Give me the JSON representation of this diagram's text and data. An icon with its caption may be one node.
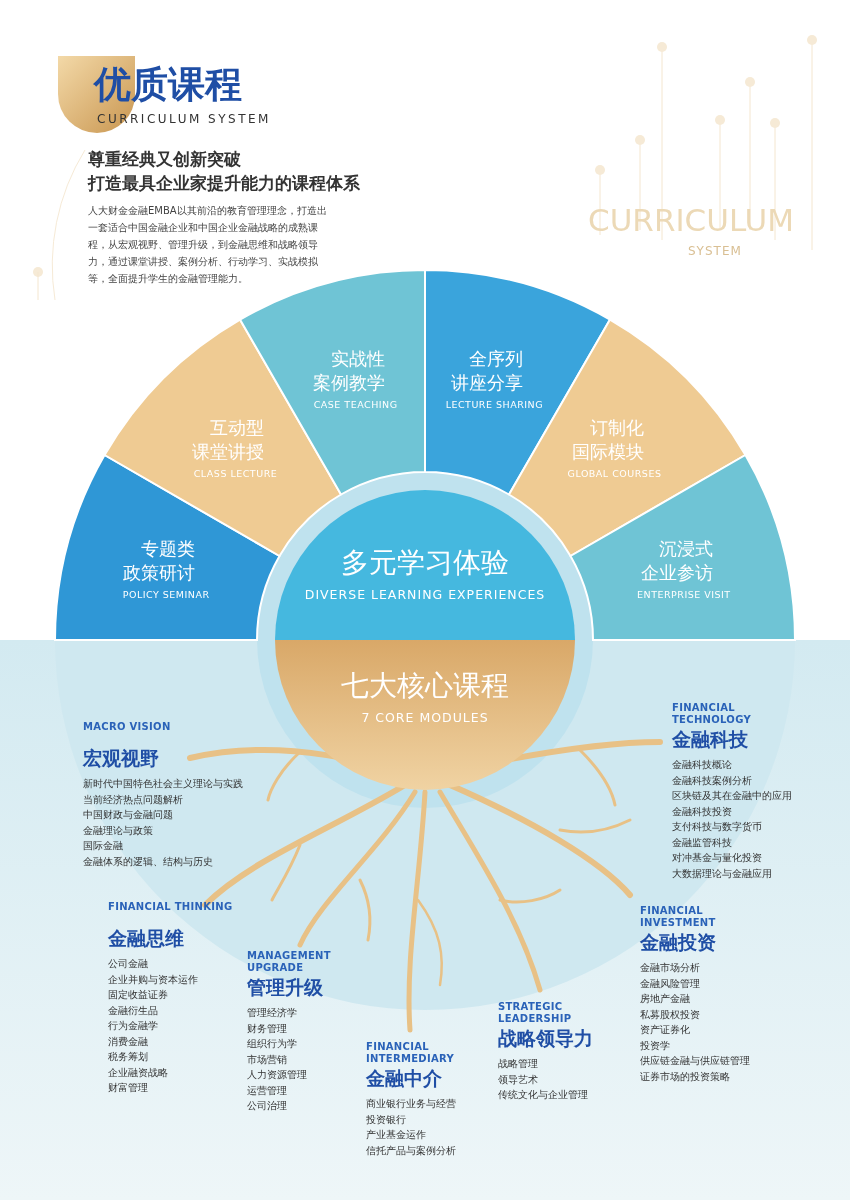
{
  "diagram": {
    "title": "优质课程",
    "nodes": [
      {
        "text": [
          "专题类政策研讨",
          "POLICY SEMINAR"
        ]
      },
      {
        "text": [
          "互动型课堂讲授",
          "CLASS LECTURE"
        ]
      },
      {
        "text": [
          "实战性案例教学",
          "CASE TEACHING"
        ]
      },
      {
        "text": [
          "全序列讲座分享",
          "LECTURE SHARING"
        ]
      },
      {
        "text": [
          "订制化国际模块",
          "GLOBAL COURSES"
        ]
      },
      {
        "text": [
          "沉浸式企业参访",
          "ENTERPRISE VISIT"
        ]
      },
      {
        "text": [
          "多元学习体验",
          "DIVERSE LEARNING EXPERIENCES"
        ]
      },
      {
        "text": [
          "七大核心课程",
          "7 CORE MODULES"
        ]
      }
    ],
    "labels": [
      "CURRICULUM SYSTEM",
      "尊重经典又创新突破",
      "打造最具企业家提升能力的课程体系",
      "人大财金金融EMBA以其前沿的教育管理理念，打造出一套适合中国金融企业和中国企业金融战略的成熟课程，从宏观视野、管理升级，到金融思维和战略领导力，通过课堂讲授、案例分析、行动学习、实战模拟等，全面提升学生的金融管理能力。",
      "CURRICULUM",
      "SYSTEM",
      "MACRO VISION",
      "宏观视野",
      "新时代中国特色社会主义理论与实践",
      "当前经济热点问题解析",
      "中国财政与金融问题",
      "金融理论与政策",
      "国际金融",
      "金融体系的逻辑、结构与历史",
      "FINANCIAL TECHNOLOGY",
      "金融科技",
      "金融科技概论",
      "金融科技案例分析",
      "区块链及其在金融中的应用",
      "金融科技投资",
      "支付科技与数字货币",
      "金融监管科技",
      "对冲基金与量化投资",
      "大数据理论与金融应用",
      "FINANCIAL THINKING",
      "金融思维",
      "公司金融",
      "企业并购与资本运作",
      "固定收益证券",
      "金融衍生品",
      "行为金融学",
      "消费金融",
      "税务筹划",
      "企业融资战略",
      "财富管理",
      "FINANCIAL INVESTMENT",
      "金融投资",
      "金融市场分析",
      "金融风险管理",
      "房地产金融",
      "私募股权投资",
      "资产证券化",
      "投资学",
      "供应链金融与供应链管理",
      "证券市场的投资策略",
      "MANAGEMENT UPGRADE",
      "管理升级",
      "管理经济学",
      "财务管理",
      "组织行为学",
      "市场营销",
      "人力资源管理",
      "运营管理",
      "公司治理",
      "STRATEGIC LEADERSHIP",
      "战略领导力",
      "战略管理",
      "领导艺术",
      "传统文化与企业管理",
      "FINANCIAL INTERMEDIARY",
      "金融中介",
      "商业银行业务与经营",
      "投资银行",
      "产业基金运作",
      "信托产品与案例分析"
    ]
  }
}
